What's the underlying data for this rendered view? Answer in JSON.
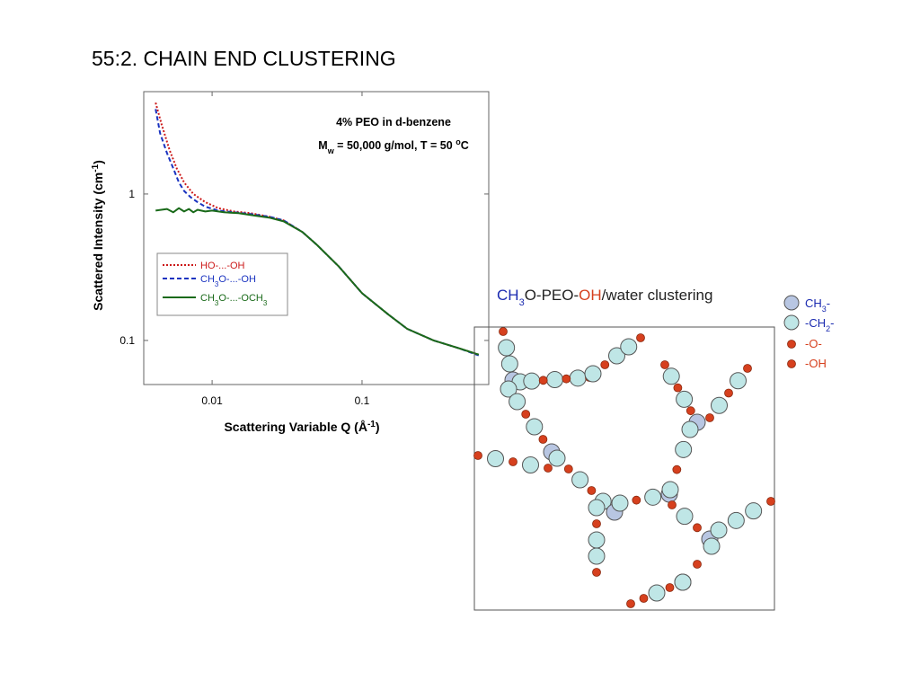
{
  "page_title": "55:2. CHAIN END CLUSTERING",
  "chart_data": {
    "type": "line",
    "title": "4% PEO in d-benzene",
    "subtitle": {
      "main": "M",
      "sub": "w",
      "rest": " = 50,000 g/mol, T = 50 ",
      "sup": "o",
      "unit": "C"
    },
    "xlabel": {
      "main": "Scattering Variable Q (Å",
      "sup": "-1",
      "end": ")"
    },
    "ylabel": {
      "main": "Scattered Intensity (cm",
      "sup": "-1",
      "end": ")"
    },
    "xscale": "log",
    "yscale": "log",
    "xlim": [
      0.0035,
      0.7
    ],
    "ylim": [
      0.05,
      5
    ],
    "xticks": [
      {
        "value": 0.01,
        "label": "0.01"
      },
      {
        "value": 0.1,
        "label": "0.1"
      }
    ],
    "yticks": [
      {
        "value": 0.1,
        "label": "0.1"
      },
      {
        "value": 1,
        "label": "1"
      }
    ],
    "grid": false,
    "legend_position": "center-left",
    "series": [
      {
        "name": "HO-...-OH",
        "label": {
          "a": "HO-...-OH",
          "s1": "",
          "b": "",
          "s2": "",
          "c": ""
        },
        "color": "#cc1a1a",
        "style": "dotted",
        "x": [
          0.0042,
          0.0046,
          0.0052,
          0.0058,
          0.0065,
          0.0075,
          0.009,
          0.011,
          0.014,
          0.018,
          0.024,
          0.03,
          0.04,
          0.05,
          0.07,
          0.1,
          0.15,
          0.2,
          0.3,
          0.45,
          0.6
        ],
        "y": [
          4.2,
          3.0,
          2.0,
          1.5,
          1.2,
          1.0,
          0.88,
          0.8,
          0.76,
          0.74,
          0.7,
          0.66,
          0.55,
          0.45,
          0.32,
          0.21,
          0.15,
          0.12,
          0.1,
          0.088,
          0.08
        ]
      },
      {
        "name": "CH3O-...-OH",
        "label": {
          "a": "CH",
          "s1": "3",
          "b": "O-...-OH",
          "s2": "",
          "c": ""
        },
        "color": "#1a33c0",
        "style": "dashed",
        "x": [
          0.0042,
          0.0045,
          0.005,
          0.0055,
          0.006,
          0.0065,
          0.0072,
          0.008,
          0.009,
          0.011,
          0.014,
          0.018,
          0.024,
          0.03,
          0.04,
          0.05,
          0.07,
          0.1,
          0.15,
          0.2,
          0.3,
          0.45,
          0.6
        ],
        "y": [
          3.8,
          2.6,
          1.9,
          1.5,
          1.2,
          1.05,
          0.95,
          0.88,
          0.82,
          0.77,
          0.75,
          0.73,
          0.7,
          0.66,
          0.55,
          0.45,
          0.32,
          0.21,
          0.15,
          0.12,
          0.1,
          0.088,
          0.079
        ]
      },
      {
        "name": "CH3O-...-OCH3",
        "label": {
          "a": "CH",
          "s1": "3",
          "b": "O-...-OCH",
          "s2": "3",
          "c": ""
        },
        "color": "#1a6a1a",
        "style": "solid",
        "x": [
          0.0042,
          0.005,
          0.0055,
          0.006,
          0.0065,
          0.007,
          0.0075,
          0.008,
          0.009,
          0.01,
          0.012,
          0.015,
          0.018,
          0.024,
          0.03,
          0.04,
          0.05,
          0.07,
          0.1,
          0.15,
          0.2,
          0.3,
          0.45,
          0.6
        ],
        "y": [
          0.77,
          0.79,
          0.75,
          0.8,
          0.76,
          0.79,
          0.75,
          0.78,
          0.76,
          0.77,
          0.75,
          0.74,
          0.72,
          0.69,
          0.65,
          0.55,
          0.45,
          0.32,
          0.21,
          0.15,
          0.12,
          0.1,
          0.088,
          0.08
        ]
      }
    ]
  },
  "schematic": {
    "title": {
      "a": "CH",
      "sub": "3",
      "b": "O-PEO-",
      "c": "OH",
      "d": "/water clustering"
    },
    "colors": {
      "ch3": "#b8c6e2",
      "ch2": "#bfe6e6",
      "o": "#d6401e",
      "title_blue": "#1a2ab0",
      "title_orange": "#d6401e"
    },
    "legend": [
      {
        "kind": "ch3",
        "main": "CH",
        "sub": "3",
        "end": "-"
      },
      {
        "kind": "ch2",
        "main": "-CH",
        "sub": "2",
        "end": "-"
      },
      {
        "kind": "o",
        "main": "-O-",
        "sub": "",
        "end": ""
      },
      {
        "kind": "oh",
        "main": "-OH",
        "sub": "",
        "end": ""
      }
    ]
  }
}
